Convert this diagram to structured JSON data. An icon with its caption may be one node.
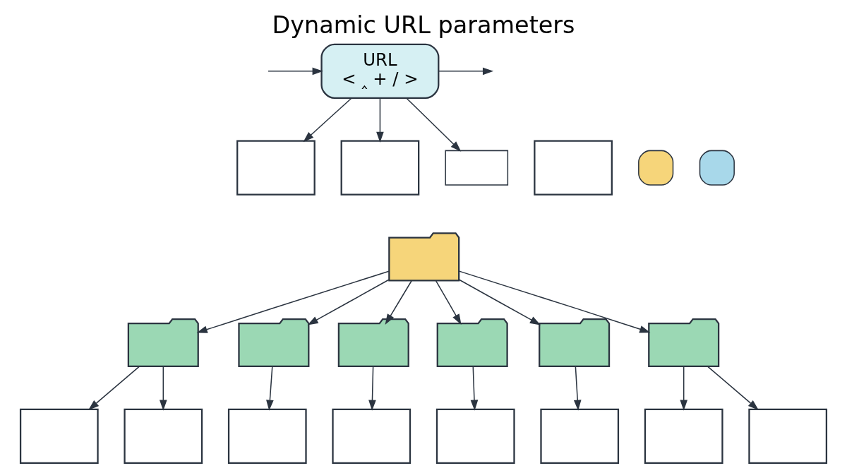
{
  "diagram": {
    "title": "Dynamic URL parameters",
    "nodes": [
      {
        "text": [
          "URL",
          "< ‸ + / >"
        ]
      },
      {
        "text": [],
        "shape": "window"
      },
      {
        "text": [],
        "shape": "window"
      },
      {
        "text": [],
        "shape": "window"
      },
      {
        "text": [],
        "shape": "tile"
      },
      {
        "text": [],
        "shape": "card"
      },
      {
        "text": [],
        "shape": "tile"
      },
      {
        "text": [],
        "shape": "folder"
      },
      {
        "text": [],
        "shape": "folder"
      },
      {
        "text": [],
        "shape": "folder"
      },
      {
        "text": [],
        "shape": "folder"
      },
      {
        "text": [],
        "shape": "folder"
      },
      {
        "text": [],
        "shape": "folder"
      },
      {
        "text": [],
        "shape": "folder"
      },
      {
        "text": [],
        "shape": "window"
      },
      {
        "text": [],
        "shape": "window"
      },
      {
        "text": [],
        "shape": "window"
      },
      {
        "text": [],
        "shape": "window"
      },
      {
        "text": [],
        "shape": "window"
      },
      {
        "text": [],
        "shape": "window"
      },
      {
        "text": [],
        "shape": "window"
      },
      {
        "text": [],
        "shape": "window"
      }
    ],
    "edges": [
      {
        "from": 0,
        "to": null,
        "arrow": "to"
      },
      {
        "from": null,
        "to": 0,
        "arrow": "to"
      },
      {
        "from": 0,
        "to": 1,
        "arrow": "to"
      },
      {
        "from": 0,
        "to": 2,
        "arrow": "to"
      },
      {
        "from": 0,
        "to": 5,
        "arrow": "to"
      },
      {
        "from": 7,
        "to": 8,
        "arrow": "to"
      },
      {
        "from": 7,
        "to": 9,
        "arrow": "to"
      },
      {
        "from": 7,
        "to": 10,
        "arrow": "to"
      },
      {
        "from": 7,
        "to": 11,
        "arrow": "to"
      },
      {
        "from": 7,
        "to": 12,
        "arrow": "to"
      },
      {
        "from": 7,
        "to": 13,
        "arrow": "to"
      },
      {
        "from": 8,
        "to": 14,
        "arrow": "to"
      },
      {
        "from": 8,
        "to": 15,
        "arrow": "to"
      },
      {
        "from": 9,
        "to": 16,
        "arrow": "to"
      },
      {
        "from": 10,
        "to": 17,
        "arrow": "to"
      },
      {
        "from": 11,
        "to": 18,
        "arrow": "to"
      },
      {
        "from": 12,
        "to": 19,
        "arrow": "to"
      },
      {
        "from": 13,
        "to": 20,
        "arrow": "to"
      },
      {
        "from": 13,
        "to": 21,
        "arrow": "to"
      }
    ]
  }
}
